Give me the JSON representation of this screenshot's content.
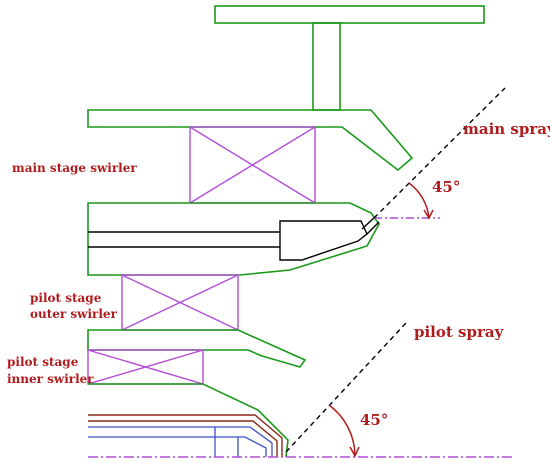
{
  "labels": {
    "main_stage_swirler": "main stage swirler",
    "pilot_outer_line1": "pilot stage",
    "pilot_outer_line2": "outer swirler",
    "pilot_inner_line1": "pilot stage",
    "pilot_inner_line2": "inner swirler",
    "main_spray": "main spray",
    "pilot_spray": "pilot spray",
    "angle_main": "45°",
    "angle_pilot": "45°"
  },
  "colors": {
    "green": "#1a9a1a",
    "magenta": "#b24cd6",
    "black": "#000000",
    "brown": "#8b2a1a",
    "blue": "#3a4fc8",
    "label_red": "#b01c1c"
  }
}
